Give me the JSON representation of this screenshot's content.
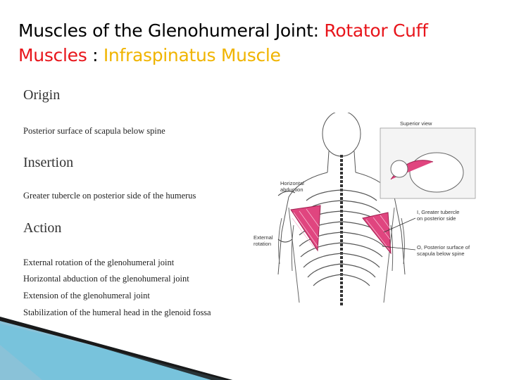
{
  "slide": {
    "title_part1": "Muscles of the Glenohumeral Joint: ",
    "title_part2": "Rotator Cuff Muscles",
    "title_part3": " : ",
    "title_part4": "Infraspinatus Muscle"
  },
  "sections": {
    "origin_heading": "Origin",
    "origin_text": "Posterior surface of scapula below spine",
    "insertion_heading": "Insertion",
    "insertion_text": "Greater tubercle on posterior side of the humerus",
    "action_heading": "Action",
    "action_items": [
      "External rotation of the glenohumeral joint",
      "Horizontal abduction of the glenohumeral joint",
      "Extension of the glenohumeral joint",
      "Stabilization of the humeral head in the glenoid fossa"
    ]
  },
  "figure": {
    "superior_view": "Superior view",
    "horizontal_abduction": "Horizontal\nabduction",
    "external_rotation": "External\nrotation",
    "insertion_label": "I, Greater tubercle\non posterior side",
    "origin_label": "O, Posterior surface of\nscapula below spine",
    "muscle_color": "#e0457f",
    "decor_color": "#1a1a1a"
  }
}
